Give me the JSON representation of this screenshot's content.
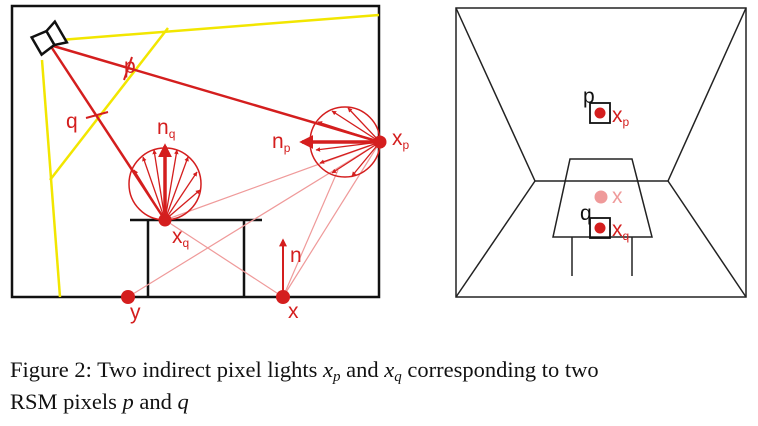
{
  "labels": {
    "p": "p",
    "q": "q",
    "n": "n",
    "x": "x",
    "y": "y",
    "np_sub": "p",
    "nq_sub": "q",
    "xp_sub": "p",
    "xq_sub": "q",
    "right_p": "p",
    "right_q": "q",
    "right_x": "x",
    "right_xp_sub": "p",
    "right_xq_sub": "q"
  },
  "caption": {
    "prefix": "Figure 2: Two indirect pixel lights ",
    "xp_base": "x",
    "xp_sub": "p",
    "and": " and ",
    "xq_base": "x",
    "xq_sub": "q",
    "middle": " corresponding to two",
    "line2": "RSM pixels ",
    "p": "p",
    "and2": " and ",
    "q": "q"
  },
  "colors": {
    "red": "#d41e1e",
    "light_red": "#ef9a9a",
    "yellow": "#f2e600",
    "black": "#111111"
  }
}
